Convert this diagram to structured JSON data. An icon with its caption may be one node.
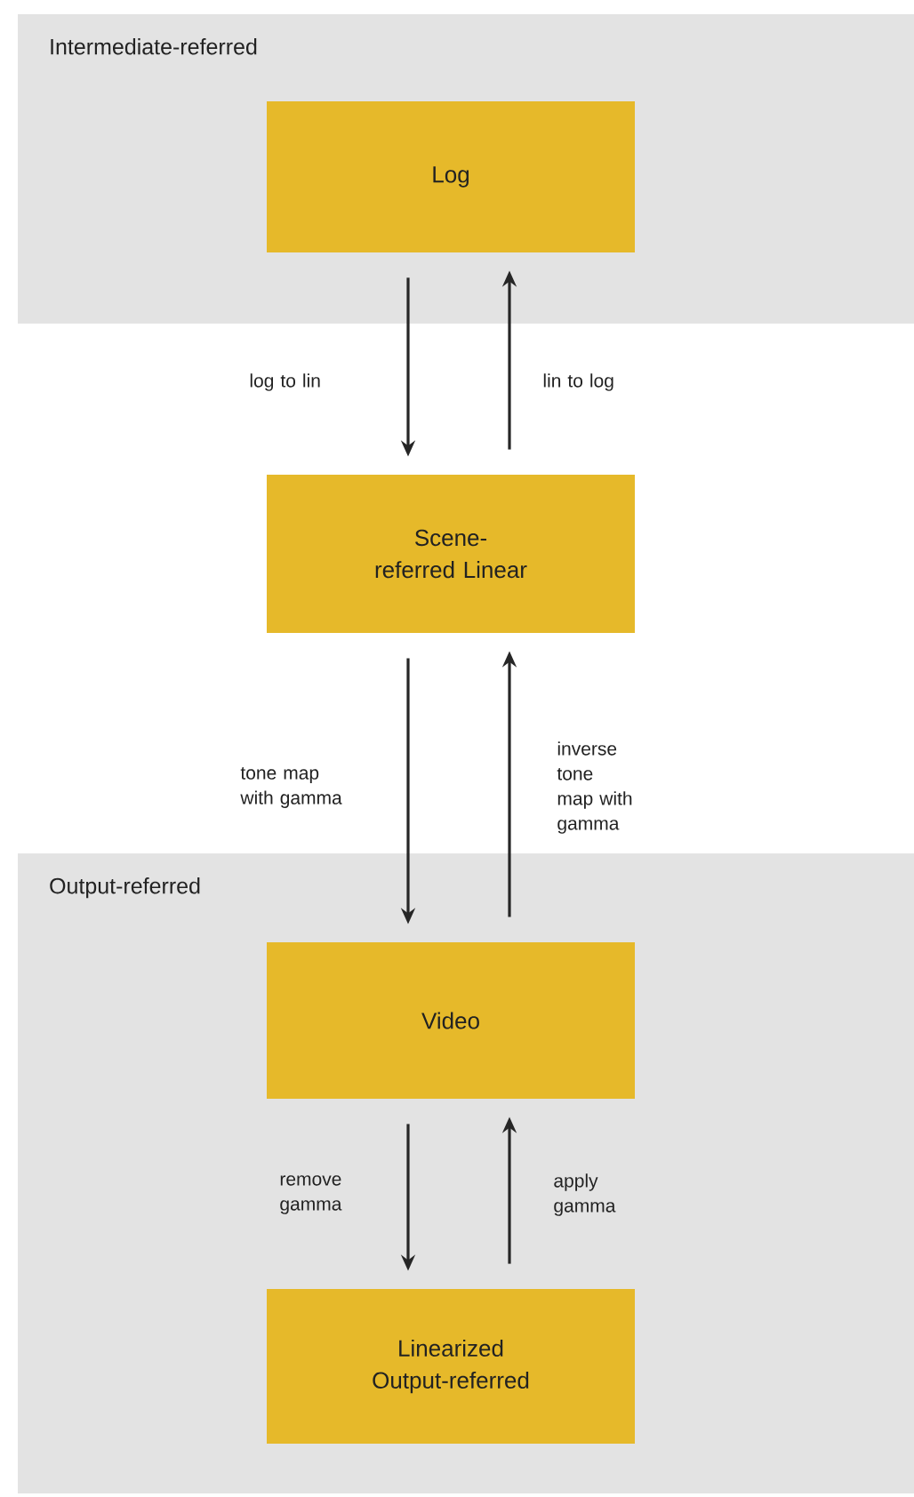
{
  "diagram": {
    "nodes": [
      {
        "text": [
          "Intermediate-referred"
        ]
      },
      {
        "text": [
          "Log"
        ],
        "in": 0
      },
      {
        "text": [
          "Scene-referred Linear"
        ]
      },
      {
        "text": [
          "Output-referred"
        ]
      },
      {
        "text": [
          "Video"
        ],
        "in": 3
      },
      {
        "text": [
          "Linearized Output-referred"
        ],
        "in": 3
      }
    ],
    "edges": [
      {
        "from": 1,
        "to": 2,
        "arrow": "to",
        "label": "log to lin"
      },
      {
        "from": 2,
        "to": 1,
        "arrow": "to",
        "label": "lin to log"
      },
      {
        "from": 2,
        "to": 4,
        "arrow": "to",
        "label": "tone map with gamma"
      },
      {
        "from": 4,
        "to": 2,
        "arrow": "to",
        "label": "inverse tone map with gamma"
      },
      {
        "from": 4,
        "to": 5,
        "arrow": "to",
        "label": "remove gamma"
      },
      {
        "from": 5,
        "to": 4,
        "arrow": "to",
        "label": "apply gamma"
      }
    ]
  }
}
